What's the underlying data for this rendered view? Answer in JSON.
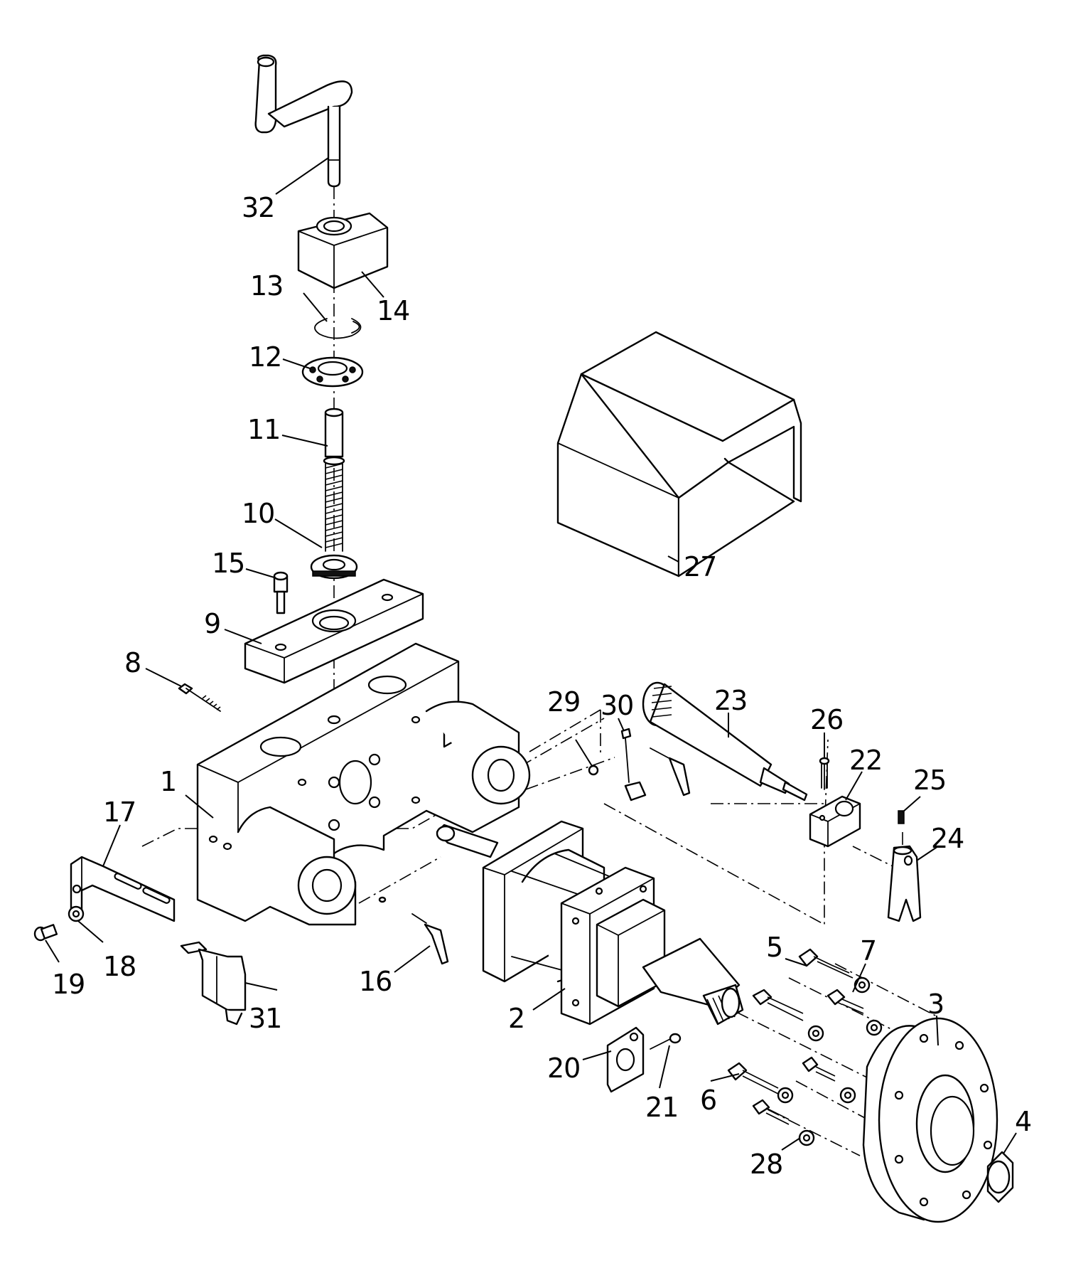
{
  "diagram": {
    "callouts": [
      {
        "id": "1",
        "text": "1"
      },
      {
        "id": "2",
        "text": "2"
      },
      {
        "id": "3",
        "text": "3"
      },
      {
        "id": "4",
        "text": "4"
      },
      {
        "id": "5",
        "text": "5"
      },
      {
        "id": "6",
        "text": "6"
      },
      {
        "id": "7",
        "text": "7"
      },
      {
        "id": "8",
        "text": "8"
      },
      {
        "id": "9",
        "text": "9"
      },
      {
        "id": "10",
        "text": "10"
      },
      {
        "id": "11",
        "text": "11"
      },
      {
        "id": "12",
        "text": "12"
      },
      {
        "id": "13",
        "text": "13"
      },
      {
        "id": "14",
        "text": "14"
      },
      {
        "id": "15",
        "text": "15"
      },
      {
        "id": "16",
        "text": "16"
      },
      {
        "id": "17",
        "text": "17"
      },
      {
        "id": "18",
        "text": "18"
      },
      {
        "id": "19",
        "text": "19"
      },
      {
        "id": "20",
        "text": "20"
      },
      {
        "id": "21",
        "text": "21"
      },
      {
        "id": "22",
        "text": "22"
      },
      {
        "id": "23",
        "text": "23"
      },
      {
        "id": "24",
        "text": "24"
      },
      {
        "id": "25",
        "text": "25"
      },
      {
        "id": "26",
        "text": "26"
      },
      {
        "id": "27",
        "text": "27"
      },
      {
        "id": "28",
        "text": "28"
      },
      {
        "id": "29",
        "text": "29"
      },
      {
        "id": "30",
        "text": "30"
      },
      {
        "id": "31",
        "text": "31"
      },
      {
        "id": "32",
        "text": "32"
      }
    ]
  }
}
